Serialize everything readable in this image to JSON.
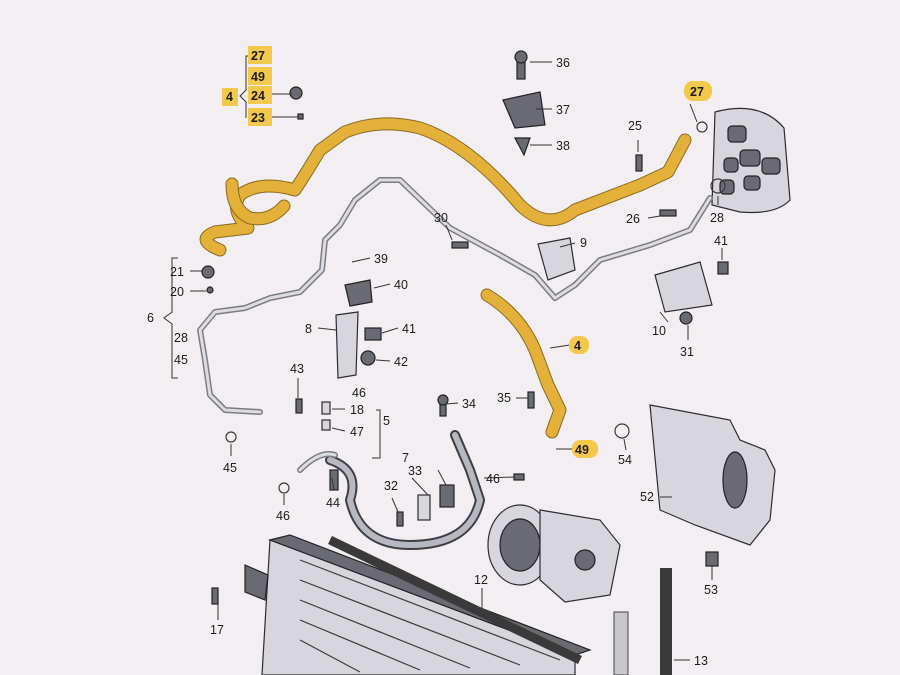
{
  "background": "#f3eef2",
  "highlight_color": "#f2c94c",
  "group_4_labels": [
    "27",
    "49",
    "24",
    "23"
  ],
  "group_6_labels": [
    "21",
    "20",
    "28",
    "45"
  ],
  "labels": {
    "n4_left": "4",
    "n6": "6",
    "n36": "36",
    "n37": "37",
    "n38": "38",
    "n27_right": "27",
    "n25": "25",
    "n26": "26",
    "n28_right": "28",
    "n9": "9",
    "n30": "30",
    "n41_top": "41",
    "n10": "10",
    "n31": "31",
    "n39": "39",
    "n40": "40",
    "n8": "8",
    "n41_mid": "41",
    "n42": "42",
    "n4_mid": "4",
    "n43": "43",
    "n46_mid": "46",
    "n18": "18",
    "n5": "5",
    "n47": "47",
    "n45_bottom": "45",
    "n34": "34",
    "n35": "35",
    "n49_mid": "49",
    "n7": "7",
    "n33": "33",
    "n32": "32",
    "n46_right": "46",
    "n44": "44",
    "n46_left": "46",
    "n54": "54",
    "n52": "52",
    "n53": "53",
    "n12": "12",
    "n13": "13",
    "n17": "17"
  }
}
